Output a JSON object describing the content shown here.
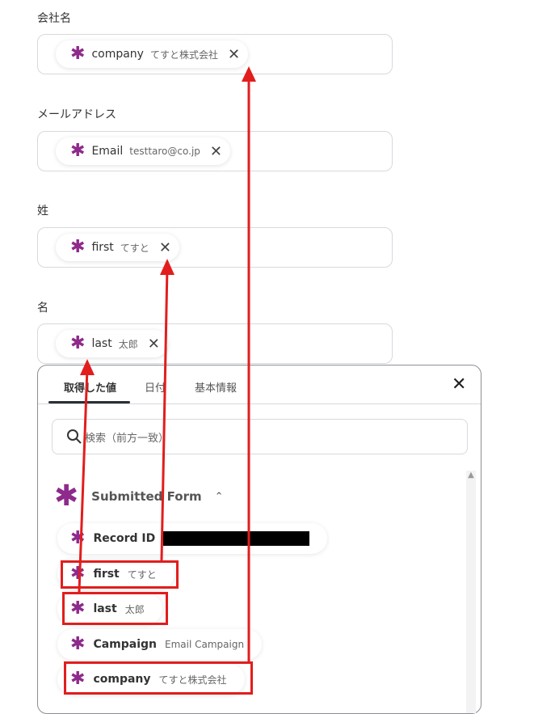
{
  "fields": [
    {
      "label": "会社名",
      "chip_name": "company",
      "chip_value": "てすと株式会社"
    },
    {
      "label": "メールアドレス",
      "chip_name": "Email",
      "chip_value": "testtaro@co.jp"
    },
    {
      "label": "姓",
      "chip_name": "first",
      "chip_value": "てすと"
    },
    {
      "label": "名",
      "chip_name": "last",
      "chip_value": "太郎"
    }
  ],
  "remove_glyph": "✕",
  "panel": {
    "tabs": [
      "取得した値",
      "日付",
      "基本情報"
    ],
    "close_glyph": "✕",
    "search_placeholder": "検索（前方一致）",
    "group_title": "Submitted Form",
    "items": [
      {
        "name": "Record ID",
        "value": ""
      },
      {
        "name": "first",
        "value": "てすと"
      },
      {
        "name": "last",
        "value": "太郎"
      },
      {
        "name": "Campaign",
        "value": "Email Campaign"
      },
      {
        "name": "company",
        "value": "てすと株式会社"
      }
    ]
  },
  "colors": {
    "accent": "#8e2a8b",
    "annotation": "#e21d1d"
  }
}
